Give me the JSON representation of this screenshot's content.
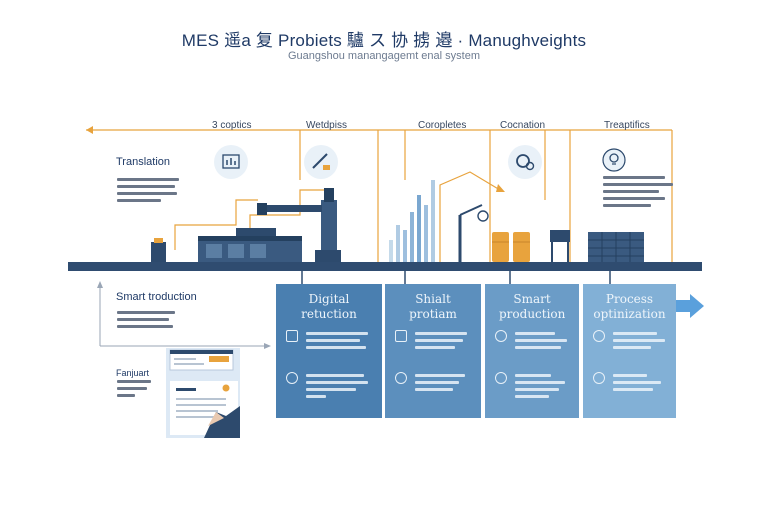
{
  "header": {
    "title": "MES 遥a 复 Probiets 驢 ス 协 掳 邉 · Manughveights",
    "subtitle": "Guangshou manangagemt enal system"
  },
  "top_labels": [
    "3 coptics",
    "Wetdpiss",
    "Coropletes",
    "Cocnation",
    "Treaptifics"
  ],
  "sections": {
    "translation": "Translation",
    "smart_production": "Smart troduction",
    "bottom_left": "Fanjuart"
  },
  "panels": [
    {
      "title": "Digital retuction",
      "color": "#4a7fb0"
    },
    {
      "title": "Shialt protiam",
      "color": "#5c8fbd"
    },
    {
      "title": "Smart production",
      "color": "#6b9cc7"
    },
    {
      "title": "Process optinization",
      "color": "#82b0d6"
    }
  ],
  "colors": {
    "navy": "#2d4a6d",
    "accent_orange": "#e8a33d",
    "floor": "#2f4c70",
    "arrow": "#5aa0dc"
  },
  "icons": [
    "chart-icon",
    "tool-icon",
    "gear-icon",
    "lightbulb-icon"
  ]
}
